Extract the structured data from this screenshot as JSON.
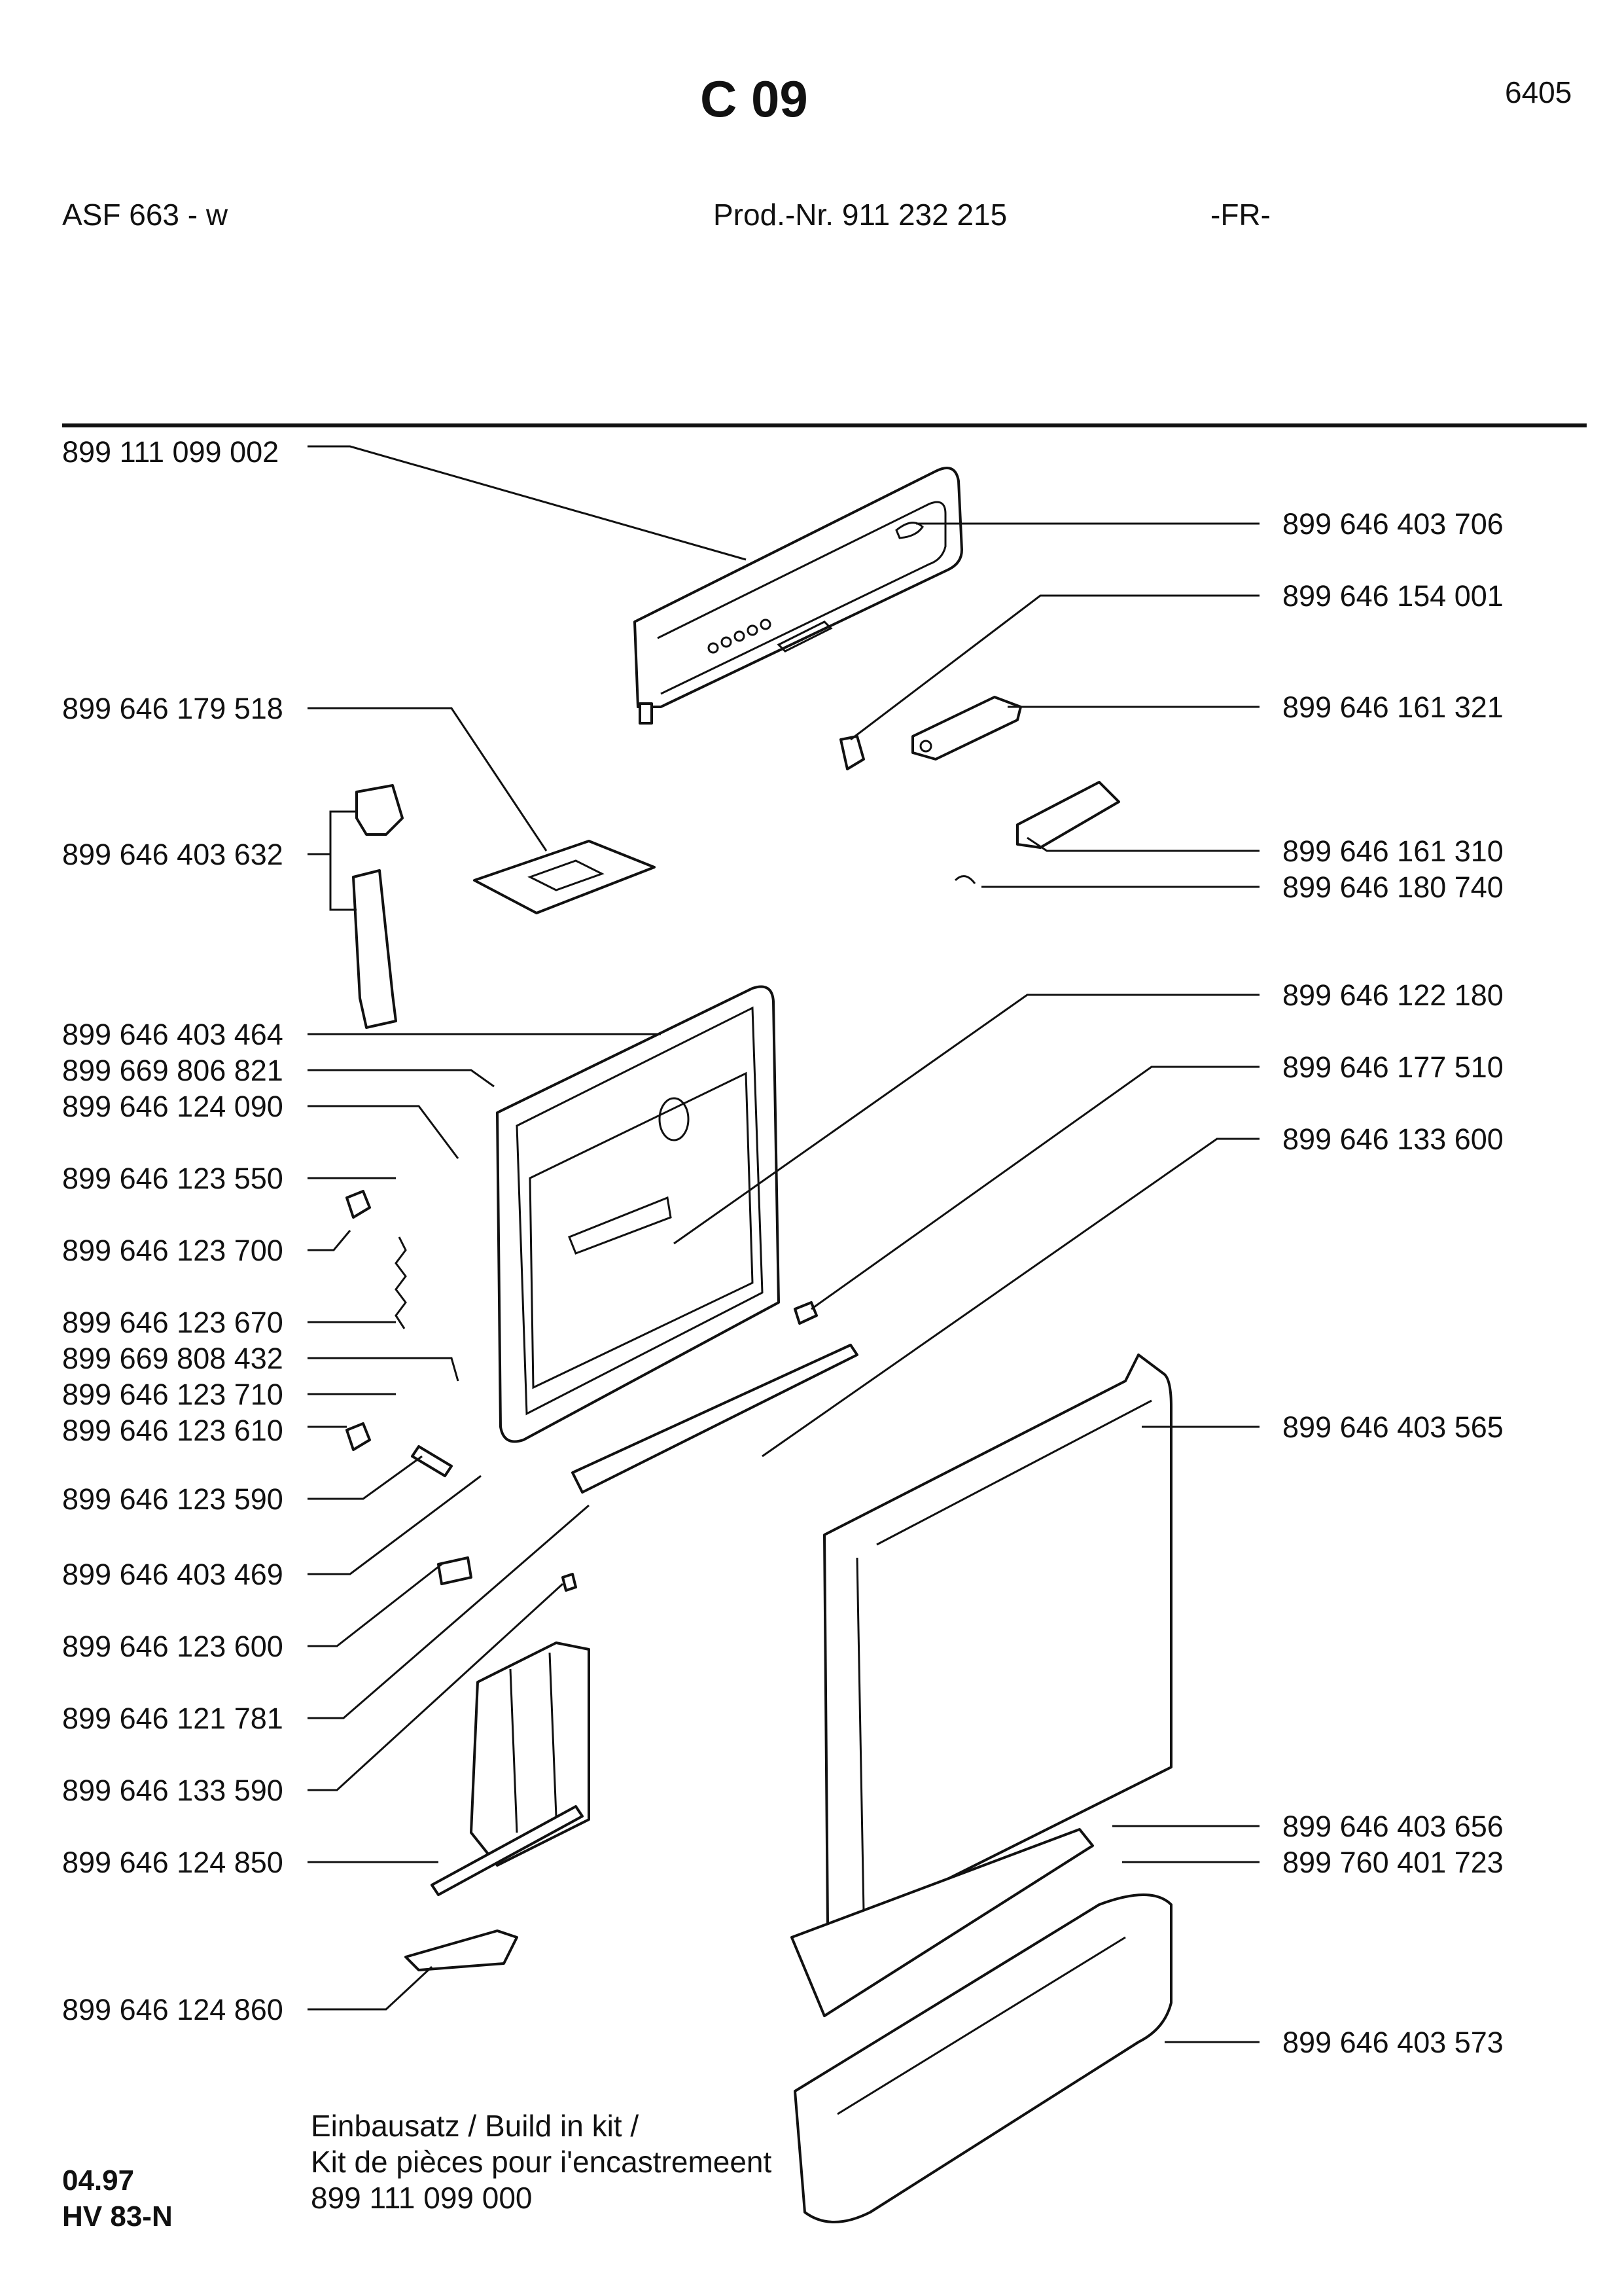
{
  "header": {
    "title": "C 09",
    "code": "6405",
    "model": "ASF 663 - w",
    "prod_nr": "Prod.-Nr. 911 232 215",
    "lang": "-FR-"
  },
  "labels_left": [
    "899 111 099 002",
    "899 646 179 518",
    "899 646 403 632",
    "899 646 403 464",
    "899 669 806 821",
    "899 646 124 090",
    "899 646 123 550",
    "899 646 123 700",
    "899 646 123 670",
    "899 669 808 432",
    "899 646 123 710",
    "899 646 123 610",
    "899 646 123 590",
    "899 646 403 469",
    "899 646 123 600",
    "899 646 121 781",
    "899 646 133 590",
    "899 646 124 850",
    "899 646 124 860"
  ],
  "labels_right": [
    "899 646 403 706",
    "899 646 154 001",
    "899 646 161 321",
    "899 646 161 310",
    "899 646 180 740",
    "899 646 122 180",
    "899 646 177 510",
    "899 646 133 600",
    "899 646 403 565",
    "899 646 403 656",
    "899 760 401 723",
    "899 646 403 573"
  ],
  "footer": {
    "kit_line1": "Einbausatz / Build in kit /",
    "kit_line2": "Kit de pièces pour i'encastremeent",
    "kit_line3": "899 111 099 000",
    "date": "04.97",
    "ref": "HV 83-N"
  }
}
